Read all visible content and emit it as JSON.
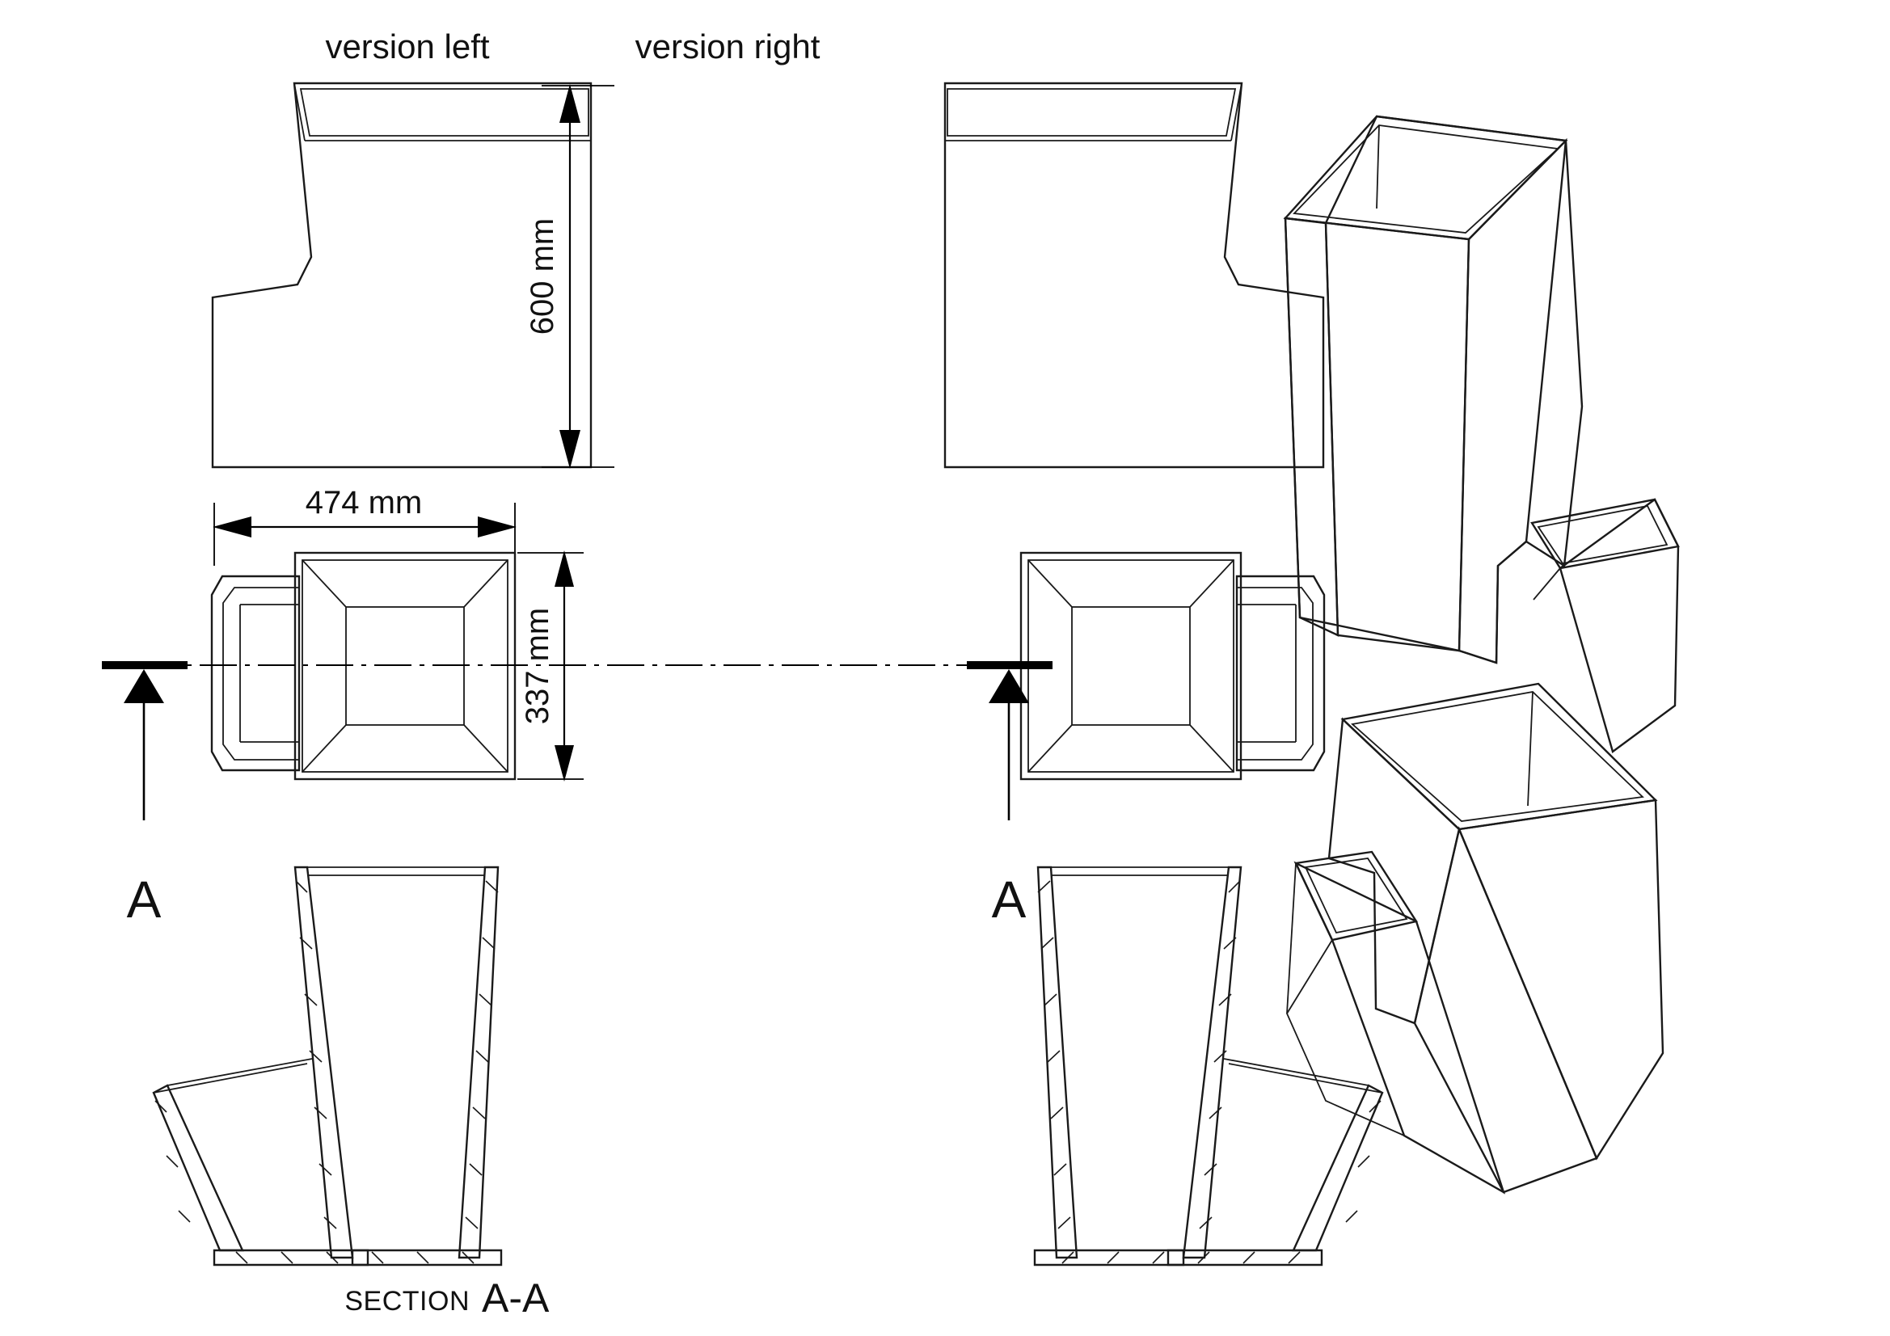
{
  "drawing": {
    "view_labels": {
      "left": "version left",
      "right": "version right"
    },
    "dimensions": {
      "height": "600  mm",
      "width": "474  mm",
      "depth": "337  mm"
    },
    "section_markers": {
      "left_label": "A",
      "right_label": "A"
    },
    "section_caption": {
      "prefix": "SECTION",
      "name": "A-A"
    },
    "colors": {
      "line": "#1a1a1a",
      "dimension": "#000000",
      "background": "#ffffff"
    },
    "views": [
      {
        "name": "front-elevation-version-left"
      },
      {
        "name": "front-elevation-version-right"
      },
      {
        "name": "plan-view-version-left"
      },
      {
        "name": "plan-view-version-right"
      },
      {
        "name": "section-view-version-left"
      },
      {
        "name": "section-view-version-right"
      },
      {
        "name": "isometric-view-version-left"
      },
      {
        "name": "isometric-view-version-right"
      }
    ]
  }
}
